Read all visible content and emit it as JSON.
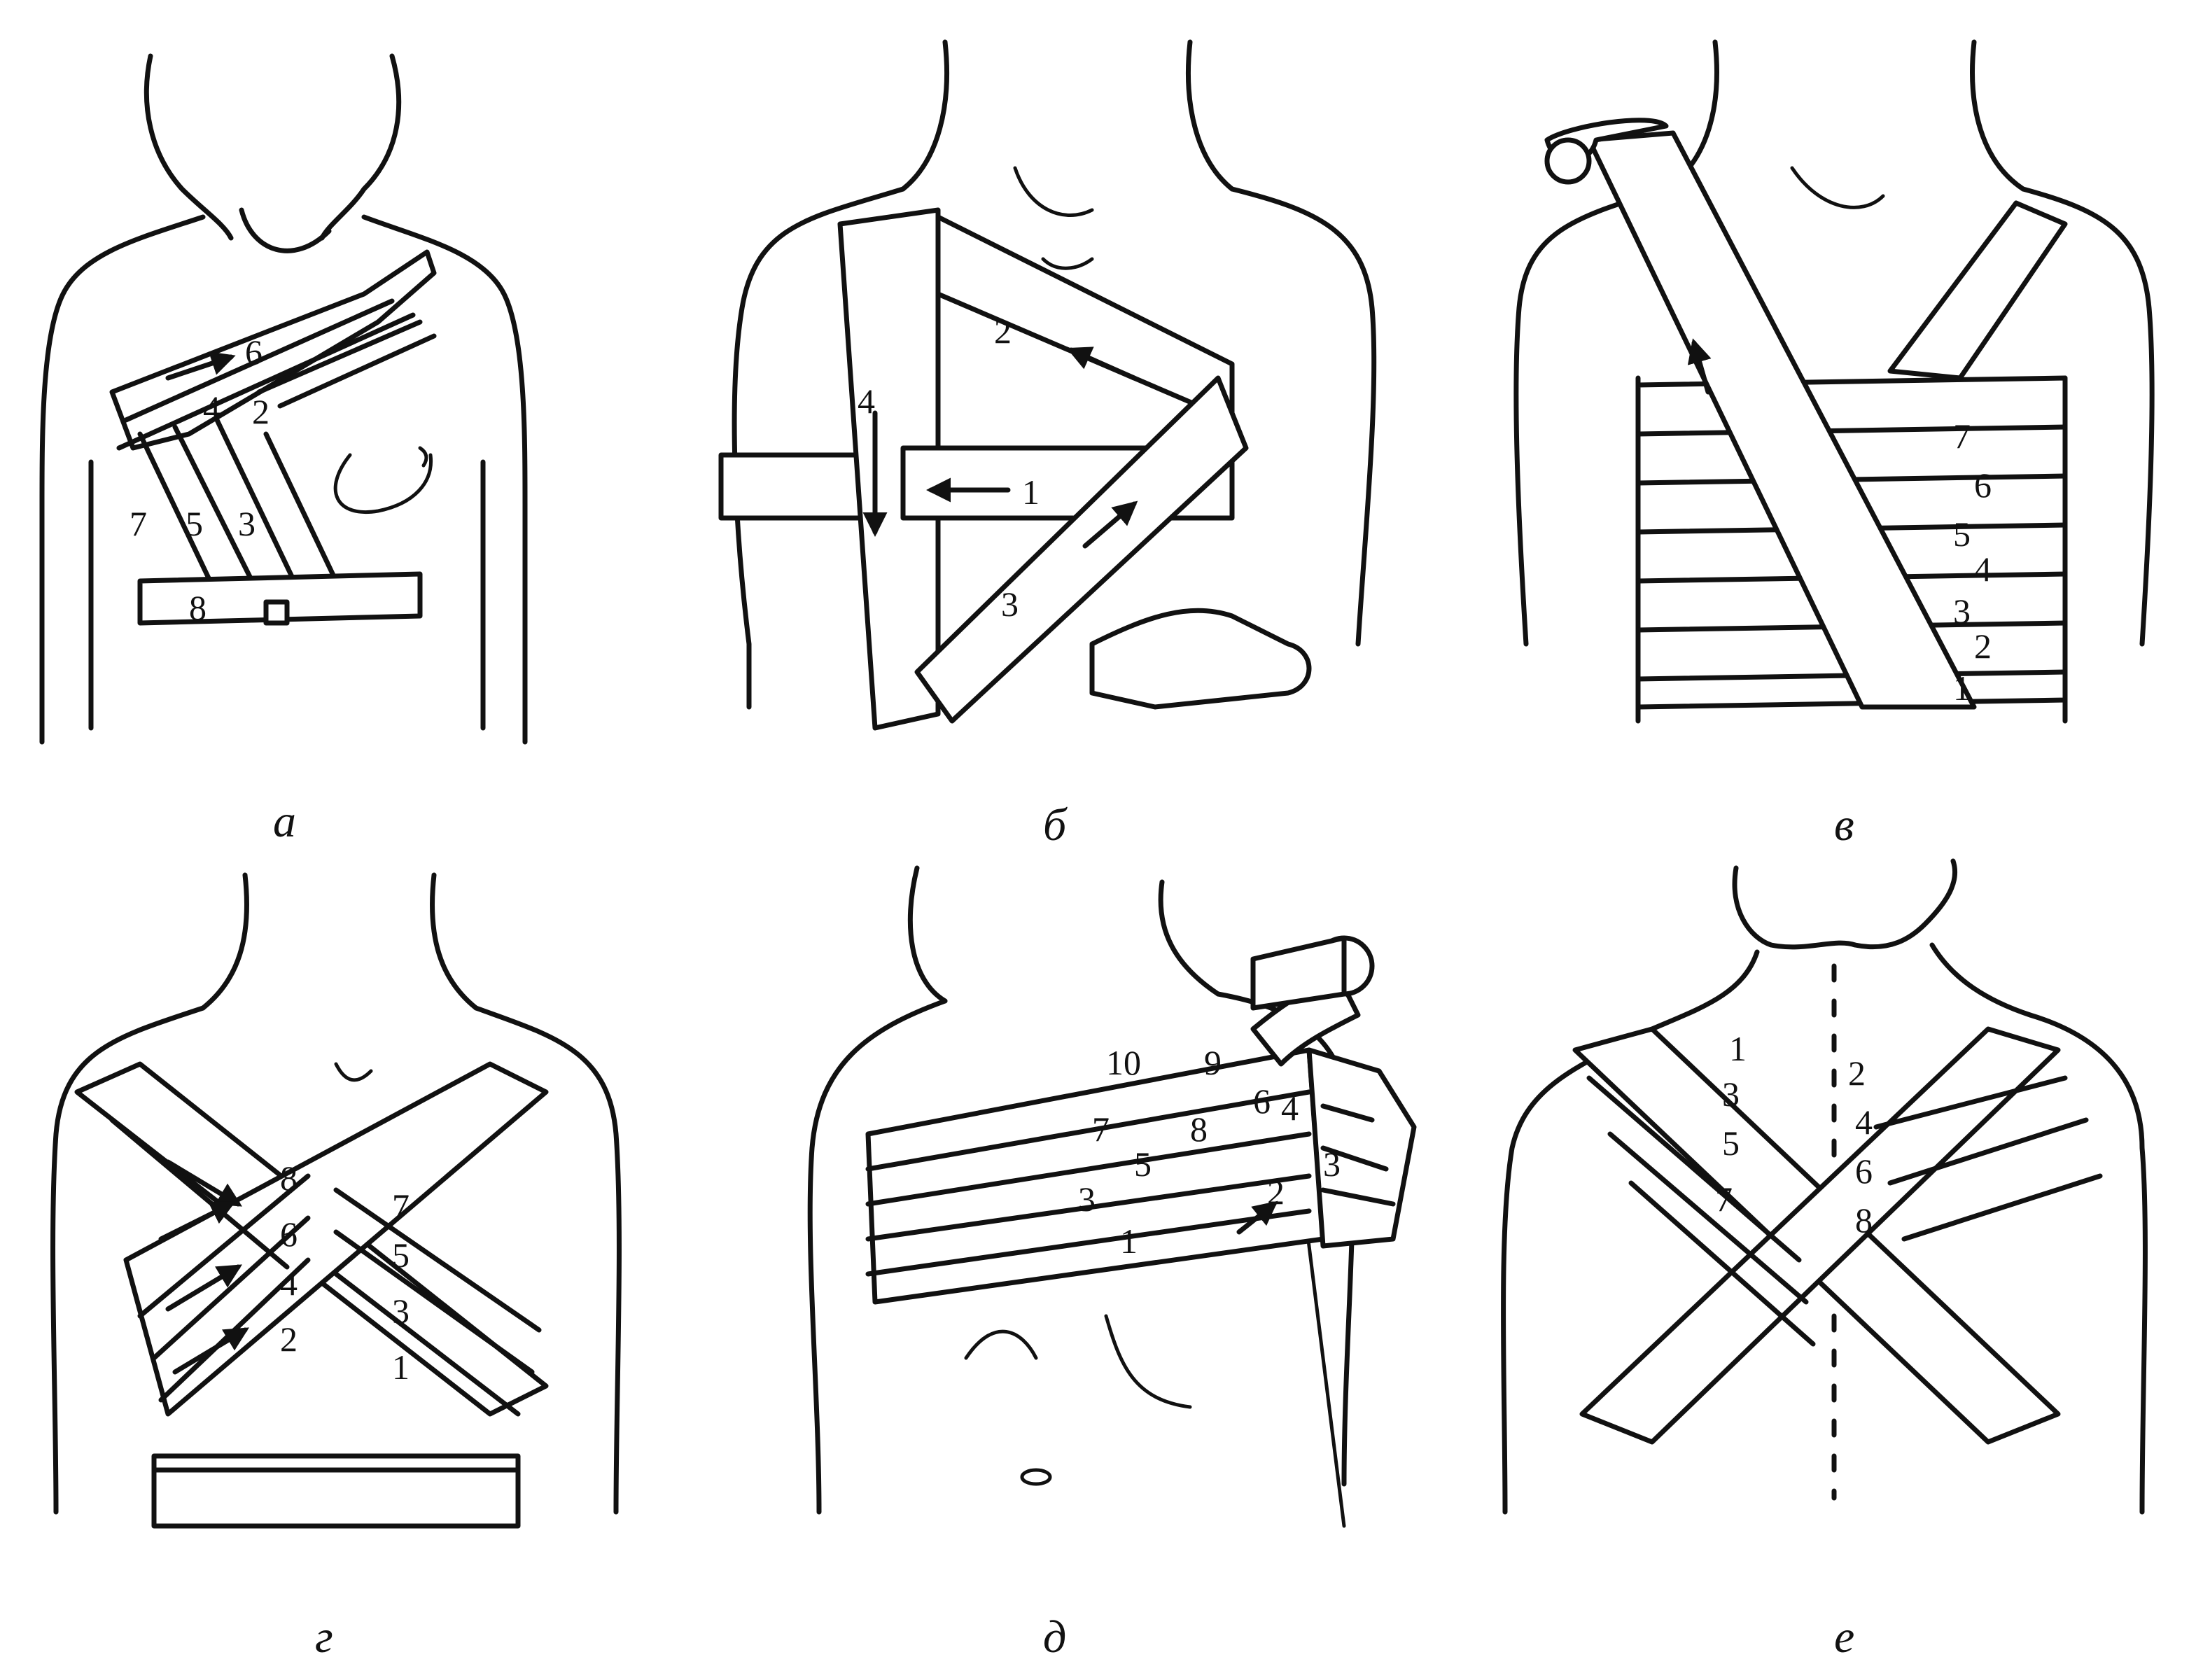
{
  "panels": [
    {
      "id": "a",
      "caption": "а",
      "numbers": [
        "6",
        "4",
        "2",
        "7",
        "5",
        "3",
        "8"
      ]
    },
    {
      "id": "b",
      "caption": "б",
      "numbers": [
        "2",
        "4",
        "1",
        "3"
      ]
    },
    {
      "id": "v",
      "caption": "в",
      "numbers": [
        "7",
        "6",
        "5",
        "4",
        "3",
        "2",
        "1"
      ]
    },
    {
      "id": "g",
      "caption": "г",
      "numbers": [
        "8",
        "6",
        "4",
        "2",
        "7",
        "5",
        "3",
        "1"
      ]
    },
    {
      "id": "d",
      "caption": "д",
      "numbers": [
        "10",
        "9",
        "7",
        "5",
        "3",
        "1",
        "8",
        "6",
        "4",
        "3",
        "2"
      ]
    },
    {
      "id": "e",
      "caption": "е",
      "numbers": [
        "1",
        "3",
        "5",
        "7",
        "2",
        "4",
        "6",
        "8"
      ]
    }
  ],
  "colors": {
    "ink": "#111111",
    "paper": "#ffffff"
  }
}
